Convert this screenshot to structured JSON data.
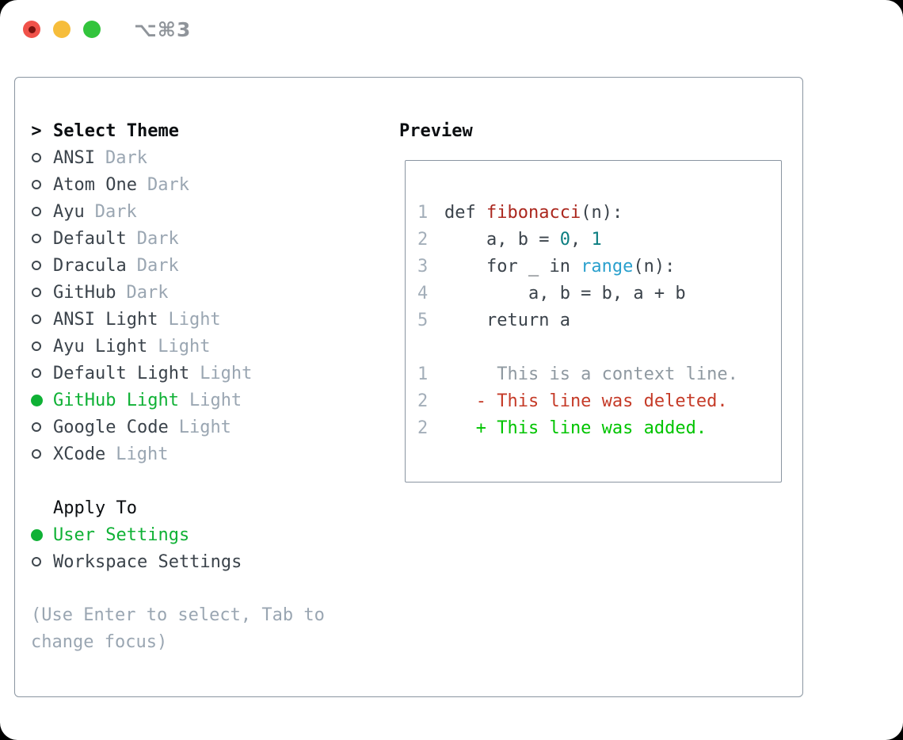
{
  "window": {
    "title": "⌥⌘3",
    "traffic_lights": [
      {
        "name": "close",
        "color": "#f0524a",
        "inner_dot": "#79120e"
      },
      {
        "name": "minimize",
        "color": "#f6bd3b"
      },
      {
        "name": "zoom",
        "color": "#32c43c"
      }
    ]
  },
  "theme_selector": {
    "header": {
      "prompt": ">",
      "label": "Select Theme"
    },
    "themes": [
      {
        "name": "ANSI",
        "variant": "Dark",
        "selected": false
      },
      {
        "name": "Atom One",
        "variant": "Dark",
        "selected": false
      },
      {
        "name": "Ayu",
        "variant": "Dark",
        "selected": false
      },
      {
        "name": "Default",
        "variant": "Dark",
        "selected": false
      },
      {
        "name": "Dracula",
        "variant": "Dark",
        "selected": false
      },
      {
        "name": "GitHub",
        "variant": "Dark",
        "selected": false
      },
      {
        "name": "ANSI Light",
        "variant": "Light",
        "selected": false
      },
      {
        "name": "Ayu Light",
        "variant": "Light",
        "selected": false
      },
      {
        "name": "Default Light",
        "variant": "Light",
        "selected": false
      },
      {
        "name": "GitHub Light",
        "variant": "Light",
        "selected": true
      },
      {
        "name": "Google Code",
        "variant": "Light",
        "selected": false
      },
      {
        "name": "XCode",
        "variant": "Light",
        "selected": false
      }
    ],
    "apply_to": {
      "label": "Apply To",
      "options": [
        {
          "label": "User Settings",
          "selected": true
        },
        {
          "label": "Workspace Settings",
          "selected": false
        }
      ]
    },
    "hint": "(Use Enter to select, Tab to change focus)"
  },
  "preview": {
    "label": "Preview",
    "code_lines": [
      {
        "num": "1",
        "tokens": [
          {
            "t": "def ",
            "c": "plain"
          },
          {
            "t": "fibonacci",
            "c": "func"
          },
          {
            "t": "(n):",
            "c": "plain"
          }
        ]
      },
      {
        "num": "2",
        "tokens": [
          {
            "t": "    a, b = ",
            "c": "plain"
          },
          {
            "t": "0",
            "c": "num"
          },
          {
            "t": ", ",
            "c": "plain"
          },
          {
            "t": "1",
            "c": "num"
          }
        ]
      },
      {
        "num": "3",
        "tokens": [
          {
            "t": "    for _ in ",
            "c": "plain"
          },
          {
            "t": "range",
            "c": "builtin"
          },
          {
            "t": "(n):",
            "c": "plain"
          }
        ]
      },
      {
        "num": "4",
        "tokens": [
          {
            "t": "        a, b = b, a + b",
            "c": "plain"
          }
        ]
      },
      {
        "num": "5",
        "tokens": [
          {
            "t": "    return a",
            "c": "plain"
          }
        ]
      },
      {
        "num": "",
        "tokens": []
      },
      {
        "num": "1",
        "tokens": [
          {
            "t": "     This is a context line.",
            "c": "context"
          }
        ]
      },
      {
        "num": "2",
        "tokens": [
          {
            "t": "   - This line was deleted.",
            "c": "deleted"
          }
        ]
      },
      {
        "num": "2",
        "tokens": [
          {
            "t": "   + This line was added.",
            "c": "added"
          }
        ]
      }
    ]
  },
  "colors": {
    "heading_black": "#0b0e11",
    "text_dark": "#3b434b",
    "muted_gray": "#9aa6b2",
    "accent_green": "#0fb135",
    "border_gray": "#8a95a1",
    "title_gray": "#8f949a",
    "line_number_gray": "#a3aeb9",
    "func_red": "#ab271e",
    "number_teal": "#0c7e81",
    "builtin_blue": "#2aa0cd",
    "context_gray": "#8f99a1",
    "deleted_red": "#c53b28",
    "added_green": "#00c400"
  }
}
